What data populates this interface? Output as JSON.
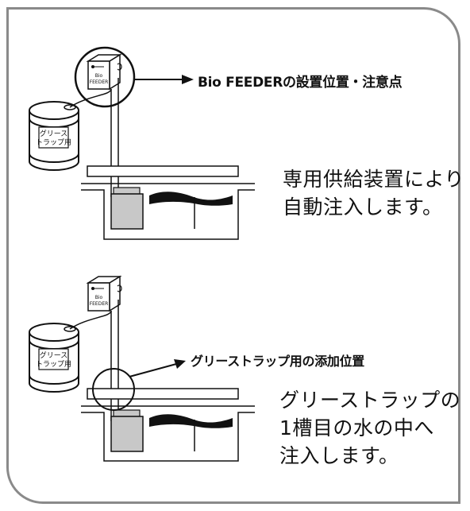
{
  "top_section": {
    "feeder_label_line1": "Bio",
    "feeder_label_line2": "FEEDER",
    "drum_label_line1": "グリース",
    "drum_label_line2": "トラップ用",
    "callout": "Bio FEEDERの設置位置・注意点",
    "description_lines": [
      "専用供給装置により",
      "自動注入します。"
    ]
  },
  "bottom_section": {
    "feeder_label_line1": "Bio",
    "feeder_label_line2": "FEEDER",
    "drum_label_line1": "グリース",
    "drum_label_line2": "トラップ用",
    "callout": "グリーストラップ用の添加位置",
    "description_lines": [
      "グリーストラップの",
      "1槽目の水の中へ",
      "注入します。"
    ]
  },
  "colors": {
    "frame_border": "#8a8a8a",
    "line": "#111111",
    "container_fill": "#c8c8c8",
    "grease": "#111111"
  }
}
